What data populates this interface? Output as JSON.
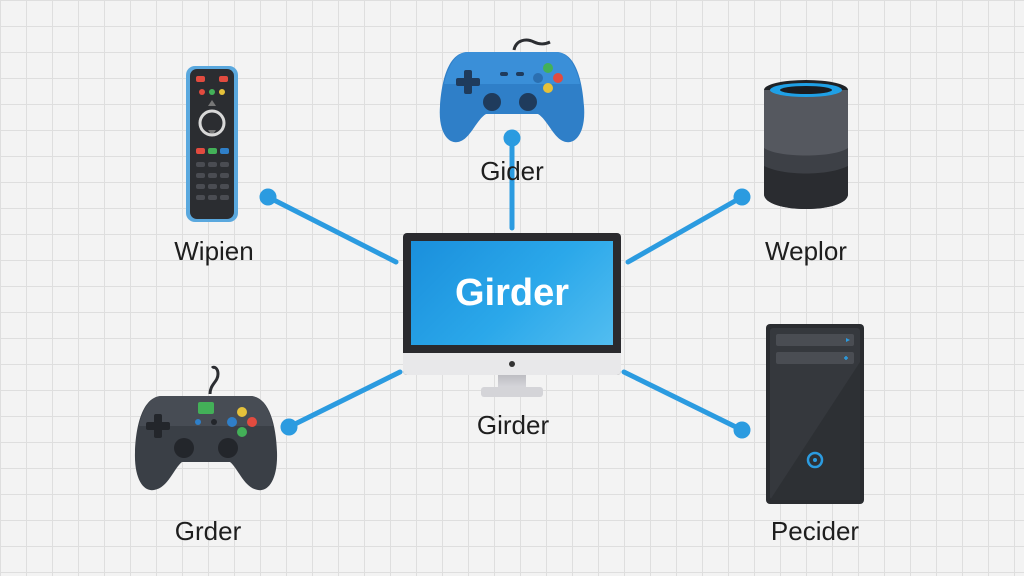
{
  "center": {
    "screen_text": "Girder",
    "label": "Girder"
  },
  "nodes": {
    "remote": {
      "label": "Wipien",
      "icon": "remote-control-icon"
    },
    "gamepad_top": {
      "label": "Gider",
      "icon": "gamepad-icon",
      "color": "#2f7fc8"
    },
    "smart_speaker": {
      "label": "Weplor",
      "icon": "smart-speaker-icon"
    },
    "gamepad_bottom": {
      "label": "Grder",
      "icon": "gamepad-icon",
      "color": "#3a3f46"
    },
    "pc_tower": {
      "label": "Pecider",
      "icon": "pc-tower-icon"
    }
  },
  "colors": {
    "accent": "#2b9be0",
    "background": "#f3f3f3"
  }
}
